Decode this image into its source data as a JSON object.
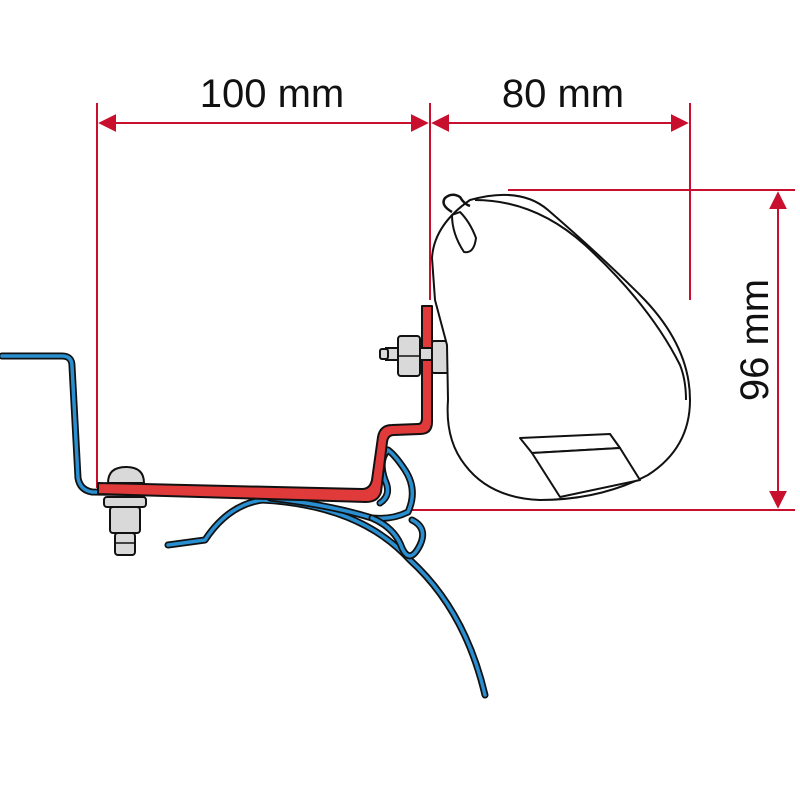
{
  "dimensions": {
    "width_label": "100 mm",
    "projection_label": "80 mm",
    "height_label": "96 mm"
  },
  "colors": {
    "dimension_line": "#c8102e",
    "bracket_fill": "#e03a3a",
    "vehicle_profile": "#2a8fd0",
    "outline": "#111111",
    "hardware": "#d9d9d9",
    "awning_fill": "#ffffff"
  },
  "parts": {
    "bracket": "adapter-bracket",
    "awning": "awning-cassette",
    "vehicle": "roof-rail-profile",
    "bolt_top": "hex-bolt-nut",
    "bolt_bottom": "mounting-bolt"
  }
}
